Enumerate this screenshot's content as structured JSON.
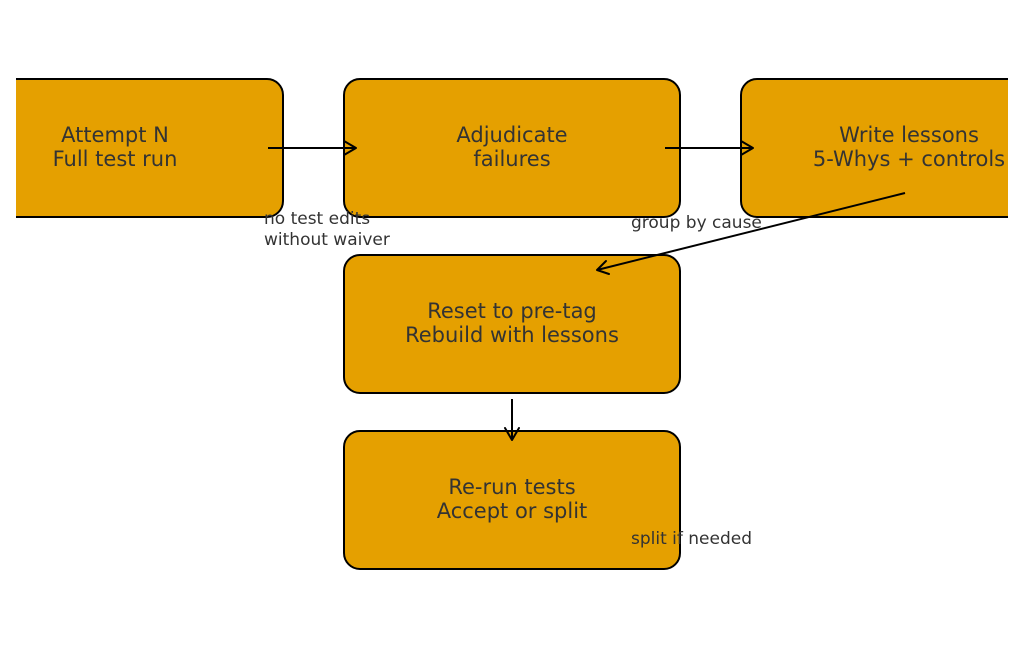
{
  "diagram": {
    "nodes": [
      {
        "id": "attempt",
        "lines": [
          "Attempt N",
          "Full test run"
        ]
      },
      {
        "id": "adjudicate",
        "lines": [
          "Adjudicate",
          "failures"
        ]
      },
      {
        "id": "lessons",
        "lines": [
          "Write lessons",
          "5-Whys + controls"
        ]
      },
      {
        "id": "reset",
        "lines": [
          "Reset to pre-tag",
          "Rebuild with lessons"
        ]
      },
      {
        "id": "rerun",
        "lines": [
          "Re-run tests",
          "Accept or split"
        ]
      }
    ],
    "edges": [
      {
        "from": "attempt",
        "to": "adjudicate",
        "label": [
          "no test edits",
          "without waiver"
        ]
      },
      {
        "from": "adjudicate",
        "to": "lessons",
        "label": [
          "group by cause"
        ]
      },
      {
        "from": "lessons",
        "to": "reset",
        "label": []
      },
      {
        "from": "reset",
        "to": "rerun",
        "label": []
      }
    ],
    "free_labels": [
      {
        "id": "split",
        "text": "split if needed"
      }
    ],
    "colors": {
      "node_fill": "#E5A000",
      "node_stroke": "#000000",
      "text": "#333333",
      "background": "#FFFFFF"
    }
  }
}
